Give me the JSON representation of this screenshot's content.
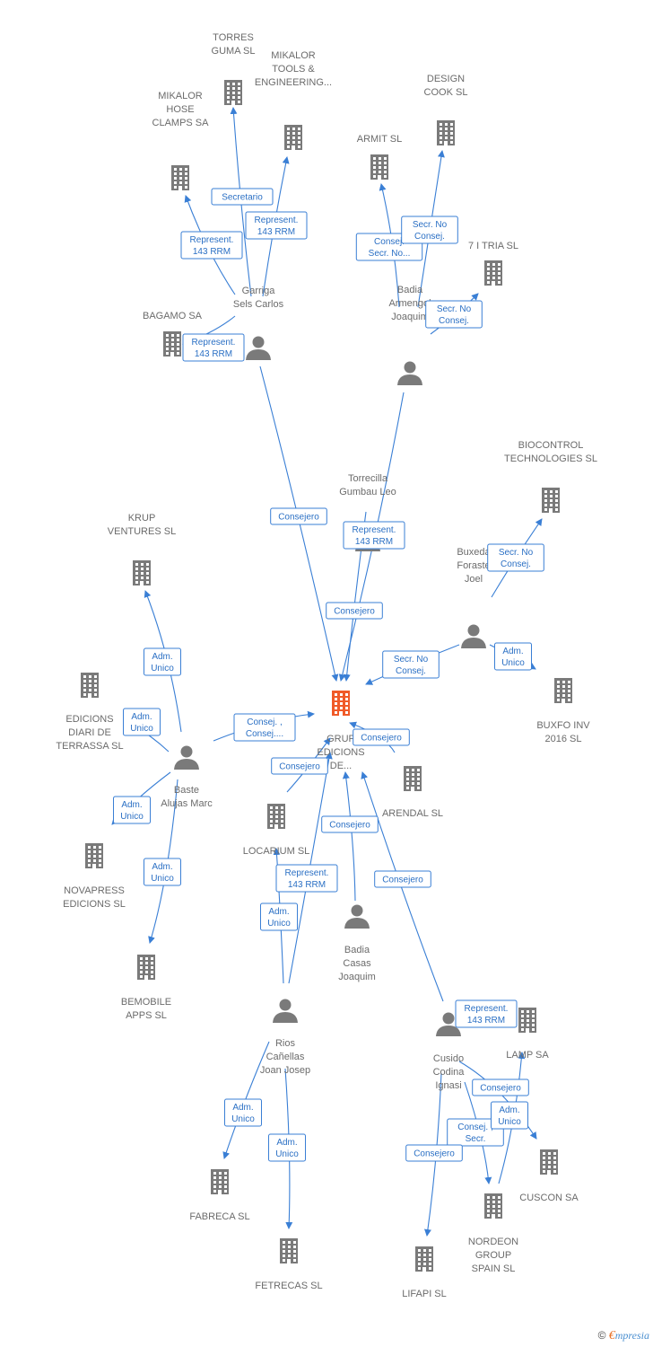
{
  "colors": {
    "edge": "#3a7fd5",
    "node": "#7a7a7a",
    "highlight": "#f05a28",
    "label": "#6b6b6b"
  },
  "nodes": [
    {
      "id": "torres",
      "kind": "company",
      "lines": [
        "TORRES",
        "GUMA SL"
      ]
    },
    {
      "id": "mikalor_tools",
      "kind": "company",
      "lines": [
        "MIKALOR",
        "TOOLS &",
        "ENGINEERING..."
      ]
    },
    {
      "id": "mikalor_hose",
      "kind": "company",
      "lines": [
        "MIKALOR",
        "HOSE",
        "CLAMPS SA"
      ]
    },
    {
      "id": "design_cook",
      "kind": "company",
      "lines": [
        "DESIGN",
        "COOK  SL"
      ]
    },
    {
      "id": "armit",
      "kind": "company",
      "lines": [
        "ARMIT SL"
      ]
    },
    {
      "id": "seven_i_tria",
      "kind": "company",
      "lines": [
        "7 I TRIA  SL"
      ]
    },
    {
      "id": "bagamo",
      "kind": "company",
      "lines": [
        "BAGAMO SA"
      ]
    },
    {
      "id": "garriga",
      "kind": "person",
      "lines": [
        "Garriga",
        "Sels Carlos"
      ]
    },
    {
      "id": "badia_armengol",
      "kind": "person",
      "lines": [
        "Badia",
        "Armengol",
        "Joaquim"
      ]
    },
    {
      "id": "biocontrol",
      "kind": "company",
      "lines": [
        "BIOCONTROL",
        "TECHNOLOGIES SL"
      ]
    },
    {
      "id": "torrecilla",
      "kind": "person",
      "lines": [
        "Torrecilla",
        "Gumbau Leo"
      ]
    },
    {
      "id": "krup",
      "kind": "company",
      "lines": [
        "KRUP",
        "VENTURES SL"
      ]
    },
    {
      "id": "buxeda",
      "kind": "person",
      "lines": [
        "Buxeda",
        "Foraste",
        "Joel"
      ]
    },
    {
      "id": "edicions_diari",
      "kind": "company",
      "lines": [
        "EDICIONS",
        "DIARI DE",
        "TERRASSA  SL"
      ]
    },
    {
      "id": "grup",
      "kind": "main",
      "lines": [
        "GRUP",
        "EDICIONS",
        "DE..."
      ]
    },
    {
      "id": "buxfo",
      "kind": "company",
      "lines": [
        "BUXFO INV",
        "2016  SL"
      ]
    },
    {
      "id": "baste",
      "kind": "person",
      "lines": [
        "Baste",
        "Alujas Marc"
      ]
    },
    {
      "id": "arendal",
      "kind": "company",
      "lines": [
        "ARENDAL SL"
      ]
    },
    {
      "id": "locarium",
      "kind": "company",
      "lines": [
        "LOCARIUM  SL"
      ]
    },
    {
      "id": "novapress",
      "kind": "company",
      "lines": [
        "NOVAPRESS",
        "EDICIONS  SL"
      ]
    },
    {
      "id": "badia_casas",
      "kind": "person",
      "lines": [
        "Badia",
        "Casas",
        "Joaquim"
      ]
    },
    {
      "id": "bemobile",
      "kind": "company",
      "lines": [
        "BEMOBILE",
        "APPS SL"
      ]
    },
    {
      "id": "rios",
      "kind": "person",
      "lines": [
        "Rios",
        "Cañellas",
        "Joan Josep"
      ]
    },
    {
      "id": "cusido",
      "kind": "person",
      "lines": [
        "Cusido",
        "Codina",
        "Ignasi"
      ]
    },
    {
      "id": "lamp",
      "kind": "company",
      "lines": [
        "LAMP SA"
      ]
    },
    {
      "id": "fabreca",
      "kind": "company",
      "lines": [
        "FABRECA  SL"
      ]
    },
    {
      "id": "cuscon",
      "kind": "company",
      "lines": [
        "CUSCON SA"
      ]
    },
    {
      "id": "nordeon",
      "kind": "company",
      "lines": [
        "NORDEON",
        "GROUP",
        "SPAIN  SL"
      ]
    },
    {
      "id": "fetrecas",
      "kind": "company",
      "lines": [
        "FETRECAS  SL"
      ]
    },
    {
      "id": "lifapi",
      "kind": "company",
      "lines": [
        "LIFAPI SL"
      ]
    }
  ],
  "edges": [
    {
      "from": "garriga",
      "to": "torres",
      "label": [
        "Secretario"
      ]
    },
    {
      "from": "garriga",
      "to": "mikalor_tools",
      "label": [
        "Represent.",
        "143 RRM"
      ]
    },
    {
      "from": "garriga",
      "to": "mikalor_hose",
      "label": [
        "Represent.",
        "143 RRM"
      ]
    },
    {
      "from": "garriga",
      "to": "bagamo",
      "label": [
        "Represent.",
        "143 RRM"
      ]
    },
    {
      "from": "garriga",
      "to": "grup",
      "label": [
        "Consejero"
      ]
    },
    {
      "from": "badia_armengol",
      "to": "armit",
      "label": [
        "Consej.",
        "Secr. No..."
      ]
    },
    {
      "from": "badia_armengol",
      "to": "design_cook",
      "label": [
        "Secr.  No",
        "Consej."
      ]
    },
    {
      "from": "badia_armengol",
      "to": "seven_i_tria",
      "label": [
        "Secr.  No",
        "Consej."
      ]
    },
    {
      "from": "badia_armengol",
      "to": "grup",
      "label": [
        "Consejero"
      ]
    },
    {
      "from": "torrecilla",
      "to": "grup",
      "label": [
        "Represent.",
        "143 RRM"
      ]
    },
    {
      "from": "buxeda",
      "to": "biocontrol",
      "label": [
        "Secr.  No",
        "Consej."
      ]
    },
    {
      "from": "buxeda",
      "to": "grup",
      "label": [
        "Secr.  No",
        "Consej."
      ]
    },
    {
      "from": "buxeda",
      "to": "buxfo",
      "label": [
        "Adm.",
        "Unico"
      ]
    },
    {
      "from": "baste",
      "to": "krup",
      "label": [
        "Adm.",
        "Unico"
      ]
    },
    {
      "from": "baste",
      "to": "edicions_diari",
      "label": [
        "Adm.",
        "Unico"
      ]
    },
    {
      "from": "baste",
      "to": "grup",
      "label": [
        "Consej. ,",
        "Consej...."
      ]
    },
    {
      "from": "baste",
      "to": "novapress",
      "label": [
        "Adm.",
        "Unico"
      ]
    },
    {
      "from": "baste",
      "to": "bemobile",
      "label": [
        "Adm.",
        "Unico"
      ]
    },
    {
      "from": "arendal",
      "to": "grup",
      "label": [
        "Consejero"
      ]
    },
    {
      "from": "locarium",
      "to": "grup",
      "label": [
        "Consejero"
      ]
    },
    {
      "from": "badia_casas",
      "to": "grup",
      "label": [
        "Consejero"
      ]
    },
    {
      "from": "rios",
      "to": "grup",
      "label": [
        "Represent.",
        "143 RRM"
      ]
    },
    {
      "from": "rios",
      "to": "locarium",
      "label": [
        "Adm.",
        "Unico"
      ]
    },
    {
      "from": "rios",
      "to": "fabreca",
      "label": [
        "Adm.",
        "Unico"
      ]
    },
    {
      "from": "rios",
      "to": "fetrecas",
      "label": [
        "Adm.",
        "Unico"
      ]
    },
    {
      "from": "cusido",
      "to": "grup",
      "label": [
        "Consejero"
      ]
    },
    {
      "from": "cusido",
      "to": "lamp",
      "label": [
        "Represent.",
        "143 RRM"
      ]
    },
    {
      "from": "cusido",
      "to": "cuscon",
      "label": [
        "Consejero"
      ]
    },
    {
      "from": "cusido",
      "to": "nordeon",
      "label": [
        "Consej. ,",
        "Secr."
      ]
    },
    {
      "from": "cusido",
      "to": "lifapi",
      "label": [
        "Consejero"
      ]
    },
    {
      "from": "nordeon",
      "to": "lamp",
      "label": [
        "Adm.",
        "Unico"
      ]
    }
  ],
  "footer": {
    "copyright": "©",
    "brand_e": "€",
    "brand_rest": "mpresia"
  }
}
